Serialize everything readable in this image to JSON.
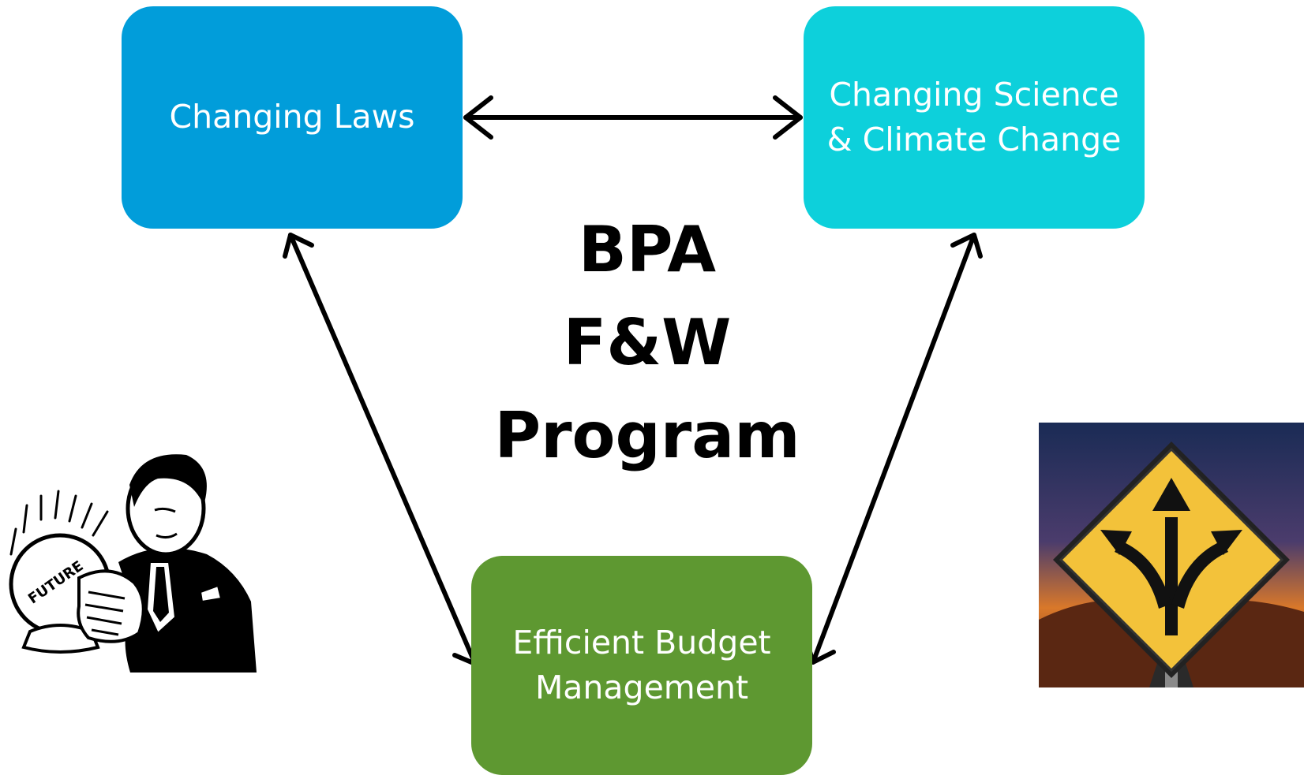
{
  "diagram": {
    "nodes": {
      "laws": {
        "label": "Changing Laws",
        "color": "#019DDA"
      },
      "science": {
        "label": "Changing Science\n& Climate Change",
        "color": "#0DD0DB"
      },
      "budget": {
        "label": "Efficient Budget\nManagement",
        "color": "#5E9831"
      }
    },
    "center_title": "BPA\nF&W\nProgram",
    "edges": [
      {
        "from": "laws",
        "to": "science",
        "direction": "both"
      },
      {
        "from": "laws",
        "to": "budget",
        "direction": "both"
      },
      {
        "from": "science",
        "to": "budget",
        "direction": "both"
      }
    ],
    "images": {
      "left": {
        "name": "fortune-teller-with-crystal-ball",
        "ball_text": "FUTURE"
      },
      "right": {
        "name": "three-way-fork-road-sign"
      }
    }
  }
}
